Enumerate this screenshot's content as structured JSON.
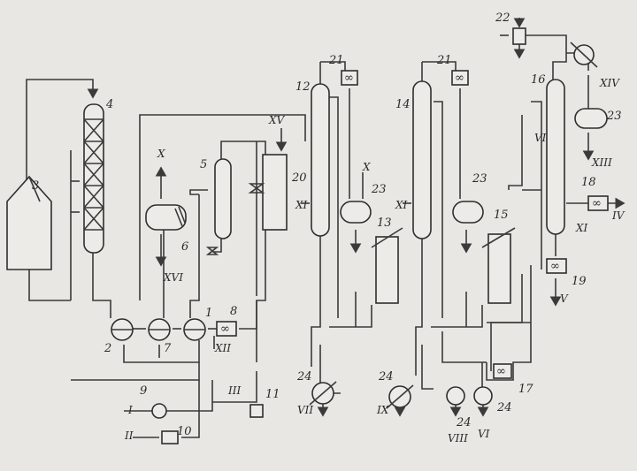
{
  "equipment": [
    {
      "id": "eq1",
      "label": "1",
      "kind": "heat-exchanger"
    },
    {
      "id": "eq2",
      "label": "2",
      "kind": "heat-exchanger"
    },
    {
      "id": "eq3",
      "label": "3",
      "kind": "furnace"
    },
    {
      "id": "eq4",
      "label": "4",
      "kind": "reactor"
    },
    {
      "id": "eq5",
      "label": "5",
      "kind": "separator"
    },
    {
      "id": "eq6",
      "label": "6",
      "kind": "separator"
    },
    {
      "id": "eq7",
      "label": "7",
      "kind": "heat-exchanger"
    },
    {
      "id": "eq8",
      "label": "8",
      "kind": "cooler"
    },
    {
      "id": "eq9",
      "label": "9",
      "kind": "pump"
    },
    {
      "id": "eq10",
      "label": "10",
      "kind": "compressor"
    },
    {
      "id": "eq11",
      "label": "11",
      "kind": "pump"
    },
    {
      "id": "eq12",
      "label": "12",
      "kind": "column"
    },
    {
      "id": "eq13",
      "label": "13",
      "kind": "reboiler"
    },
    {
      "id": "eq14",
      "label": "14",
      "kind": "column"
    },
    {
      "id": "eq15",
      "label": "15",
      "kind": "reboiler"
    },
    {
      "id": "eq16",
      "label": "16",
      "kind": "column"
    },
    {
      "id": "eq17",
      "label": "17",
      "kind": "cooler"
    },
    {
      "id": "eq18",
      "label": "18",
      "kind": "cooler"
    },
    {
      "id": "eq19",
      "label": "19",
      "kind": "cooler"
    },
    {
      "id": "eq20",
      "label": "20",
      "kind": "vessel"
    },
    {
      "id": "eq21a",
      "label": "21",
      "kind": "condenser"
    },
    {
      "id": "eq21b",
      "label": "21",
      "kind": "condenser"
    },
    {
      "id": "eq22",
      "label": "22",
      "kind": "ejector"
    },
    {
      "id": "eq23a",
      "label": "23",
      "kind": "drum"
    },
    {
      "id": "eq23b",
      "label": "23",
      "kind": "drum"
    },
    {
      "id": "eq23c",
      "label": "23",
      "kind": "drum"
    },
    {
      "id": "eq24a",
      "label": "24",
      "kind": "pump"
    },
    {
      "id": "eq24b",
      "label": "24",
      "kind": "pump"
    },
    {
      "id": "eq24c",
      "label": "24",
      "kind": "pump"
    },
    {
      "id": "eq24d",
      "label": "24",
      "kind": "pump"
    }
  ],
  "streams": [
    {
      "id": "s1",
      "label": "I"
    },
    {
      "id": "s2",
      "label": "II"
    },
    {
      "id": "s3",
      "label": "III"
    },
    {
      "id": "s4",
      "label": "IV"
    },
    {
      "id": "s5",
      "label": "V"
    },
    {
      "id": "s6a",
      "label": "VI"
    },
    {
      "id": "s6b",
      "label": "VI"
    },
    {
      "id": "s7",
      "label": "VII"
    },
    {
      "id": "s8",
      "label": "VIII"
    },
    {
      "id": "s9",
      "label": "IX"
    },
    {
      "id": "s10a",
      "label": "X"
    },
    {
      "id": "s10b",
      "label": "X"
    },
    {
      "id": "s11a",
      "label": "XI"
    },
    {
      "id": "s11b",
      "label": "XI"
    },
    {
      "id": "s11c",
      "label": "XI"
    },
    {
      "id": "s12",
      "label": "XII"
    },
    {
      "id": "s13",
      "label": "XIII"
    },
    {
      "id": "s14",
      "label": "XIV"
    },
    {
      "id": "s15",
      "label": "XV"
    },
    {
      "id": "s16",
      "label": "XVI"
    }
  ]
}
